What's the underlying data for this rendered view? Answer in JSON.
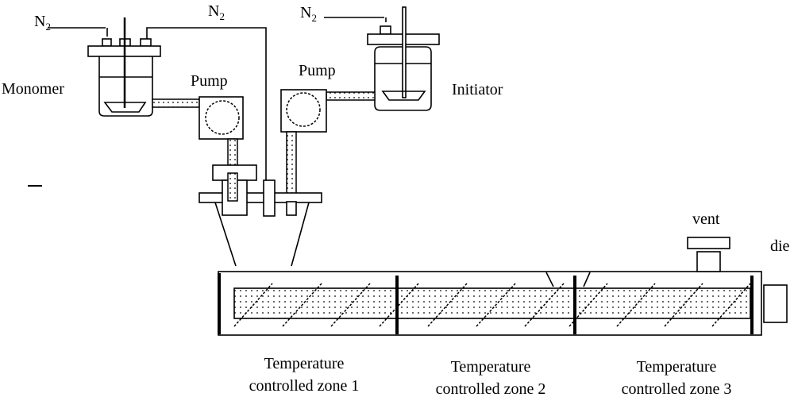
{
  "diagram": {
    "labels": {
      "n2_left": "N",
      "n2_mid": "N",
      "n2_right": "N",
      "n2_subscript": "2",
      "monomer": "Monomer",
      "initiator": "Initiator",
      "pump_left": "Pump",
      "pump_right": "Pump",
      "vent": "vent",
      "die": "die",
      "zone1_line1": "Temperature",
      "zone1_line2": "controlled zone 1",
      "zone2_line1": "Temperature",
      "zone2_line2": "controlled zone 2",
      "zone3_line1": "Temperature",
      "zone3_line2": "controlled zone 3",
      "stray_mark": "–"
    },
    "colors": {
      "stroke": "#000000",
      "background": "#ffffff"
    }
  }
}
